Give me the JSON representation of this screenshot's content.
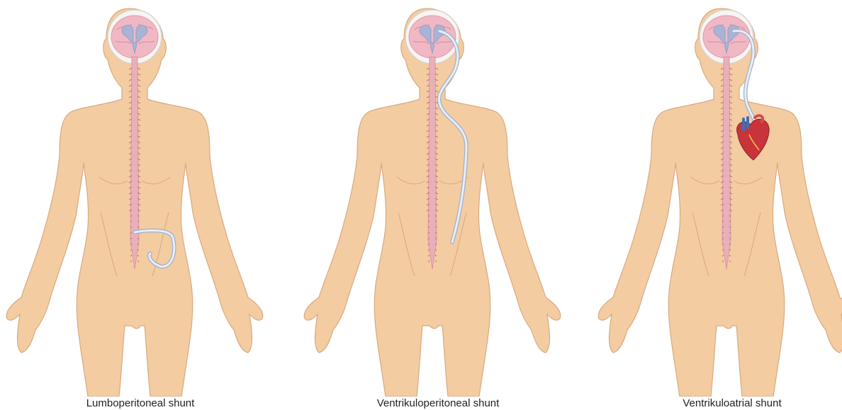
{
  "colors": {
    "skin": "#f3ccA2",
    "skin_outline": "#d9a97e",
    "brain": "#f0b8c4",
    "ventricle": "#aab3d6",
    "spine": "#e8b0b8",
    "shunt": "#c9d6e8",
    "heart": "#c8343a"
  },
  "panels": [
    {
      "caption": "Lumboperitoneal shunt",
      "shunt_type": "lumboperitoneal"
    },
    {
      "caption": "Ventrikuloperitoneal shunt",
      "shunt_type": "ventriculoperitoneal"
    },
    {
      "caption": "Ventrikuloatrial shunt",
      "shunt_type": "ventriculoatrial"
    }
  ]
}
